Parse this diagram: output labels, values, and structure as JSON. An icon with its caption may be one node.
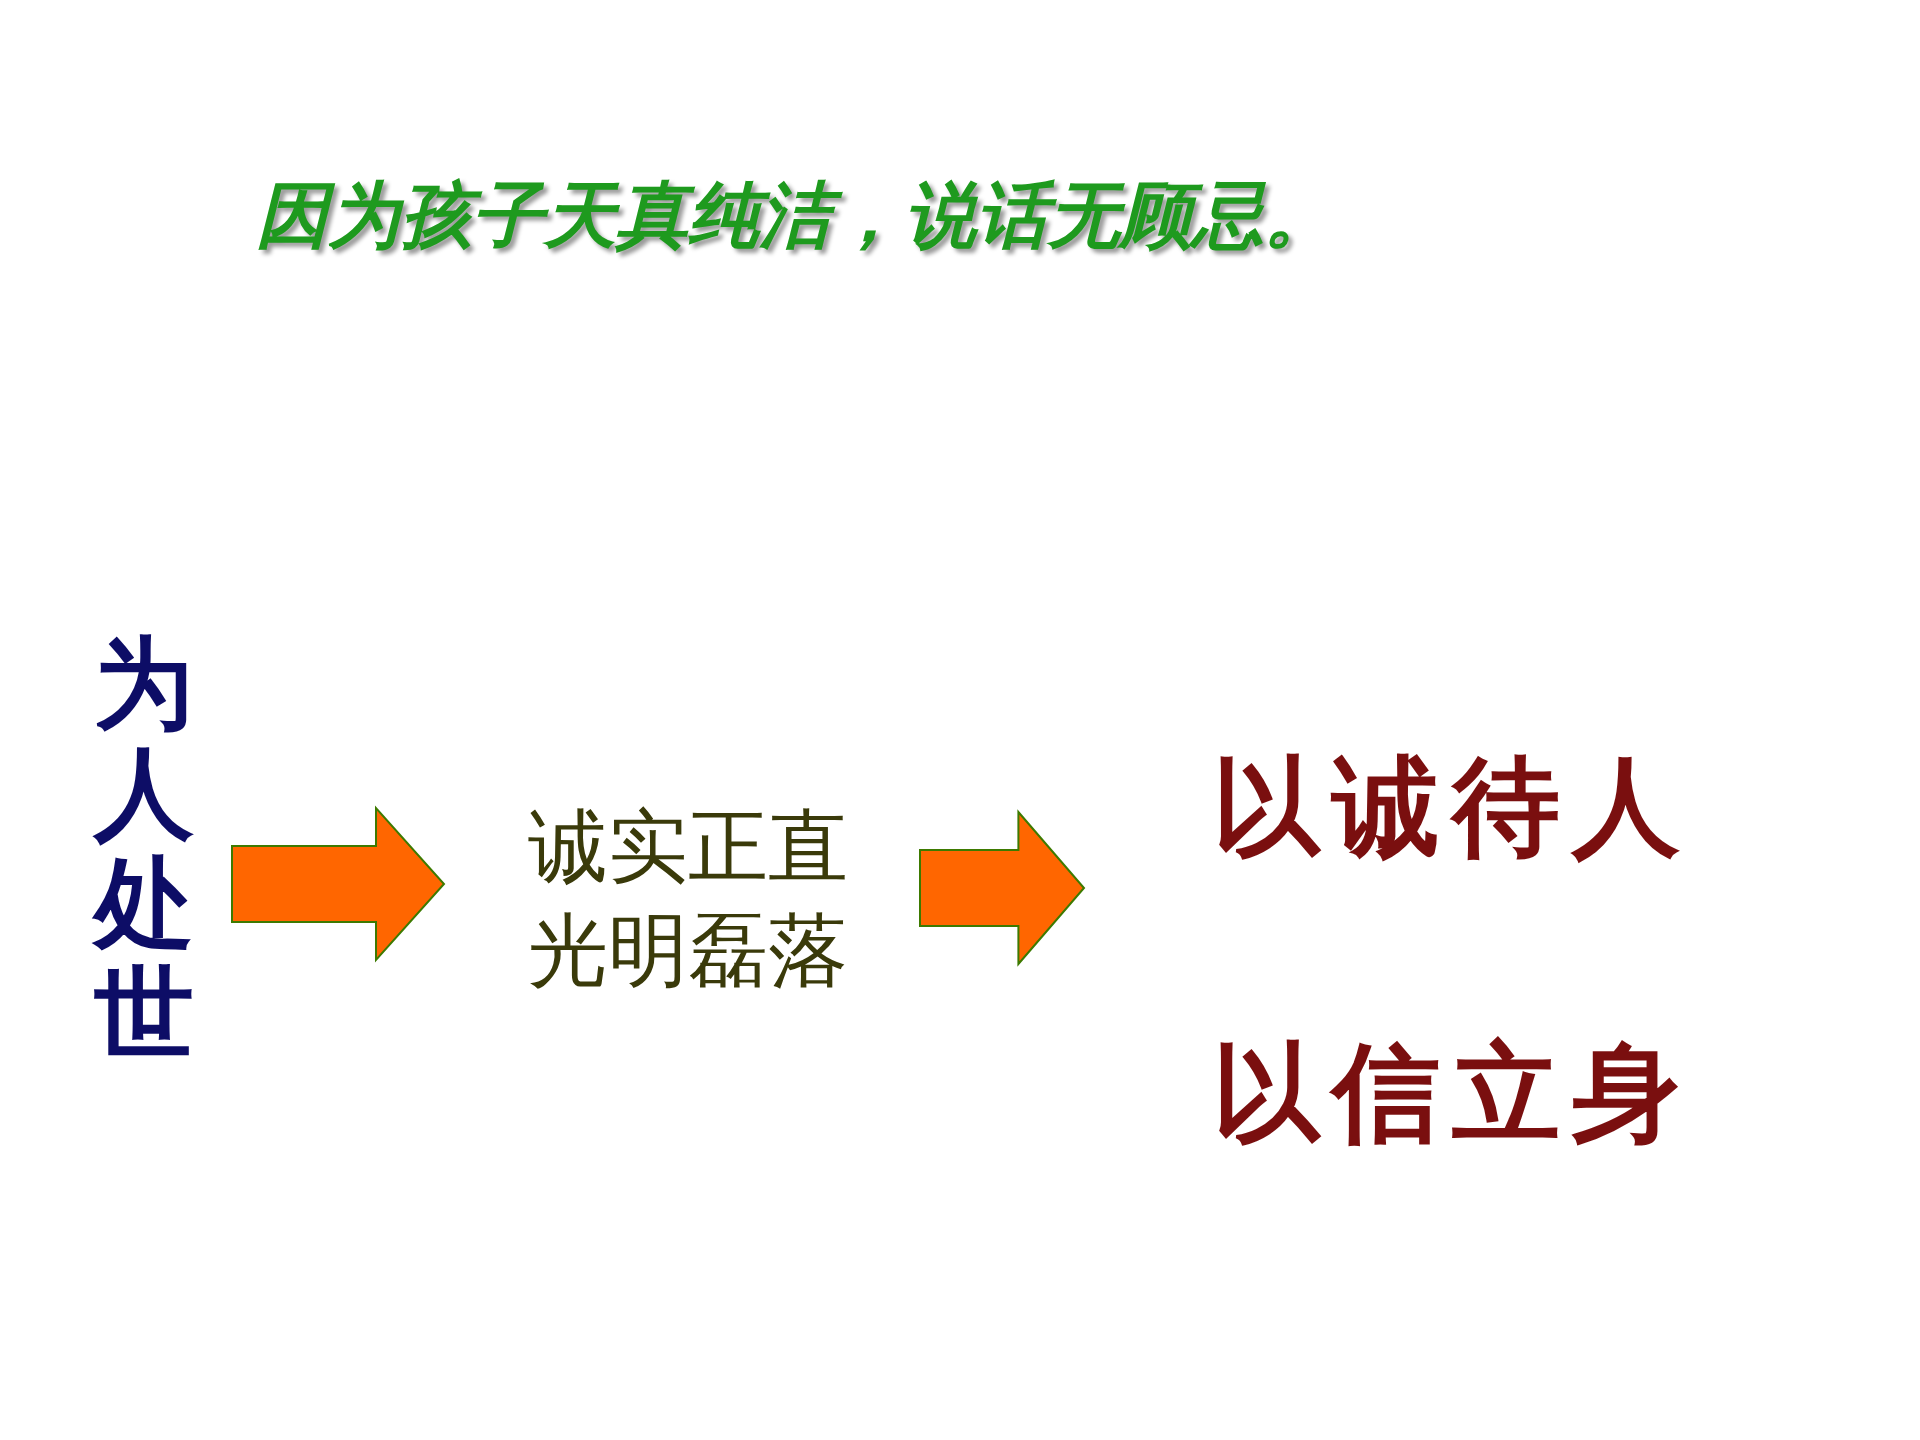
{
  "diagram": {
    "title": "因为孩子天真纯洁，说话无顾忌。",
    "nodes": [
      {
        "text": [
          "为人处世"
        ]
      },
      {
        "text": [
          "诚实正直光明磊落"
        ]
      },
      {
        "text": [
          "以诚待人",
          "以信立身"
        ]
      }
    ],
    "edges": [
      {
        "from": 0,
        "to": 1,
        "arrow": "to",
        "style": "thick"
      },
      {
        "from": 1,
        "to": 2,
        "arrow": "to",
        "style": "thick"
      }
    ]
  }
}
